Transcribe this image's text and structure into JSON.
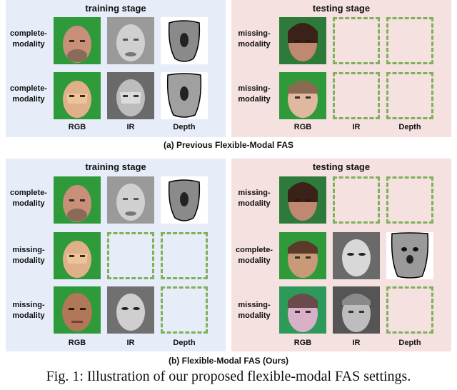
{
  "panel_a": {
    "training_title": "training stage",
    "testing_title": "testing stage",
    "train_rows": [
      "complete-\nmodality",
      "complete-\nmodality"
    ],
    "test_rows": [
      "missing-\nmodality",
      "missing-\nmodality"
    ],
    "columns": [
      "RGB",
      "IR",
      "Depth"
    ],
    "caption": "(a) Previous Flexible-Modal FAS"
  },
  "panel_b": {
    "training_title": "training stage",
    "testing_title": "testing stage",
    "train_rows": [
      "complete-\nmodality",
      "missing-\nmodality",
      "missing-\nmodality"
    ],
    "test_rows": [
      "missing-\nmodality",
      "complete-\nmodality",
      "missing-\nmodality"
    ],
    "columns": [
      "RGB",
      "IR",
      "Depth"
    ],
    "caption": "(b) Flexible-Modal FAS (Ours)"
  },
  "figure_caption": "Fig. 1:  Illustration of our proposed flexible-modal FAS settings.",
  "colors": {
    "training_bg": "#e6ecf8",
    "testing_bg": "#f6e1e1",
    "missing_border": "#7fb05a",
    "rgb_bg": "#2e9a3a"
  },
  "icons": {
    "rgb": "face-photo-icon",
    "ir": "ir-face-icon",
    "depth": "depth-map-icon"
  }
}
